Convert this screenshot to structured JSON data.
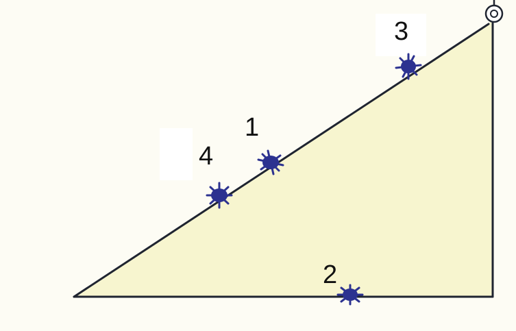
{
  "diagram": {
    "colors": {
      "background": "#fdfcf4",
      "triangle_fill": "#f7f5cf",
      "line": "#1f2430",
      "bug": "#2c3290",
      "label_box": "#ffffff",
      "label_text": "#111111"
    },
    "pulley_icon": "pulley-icon",
    "labels": {
      "bug_1": "1",
      "bug_2": "2",
      "bug_3": "3",
      "bug_4": "4"
    }
  }
}
